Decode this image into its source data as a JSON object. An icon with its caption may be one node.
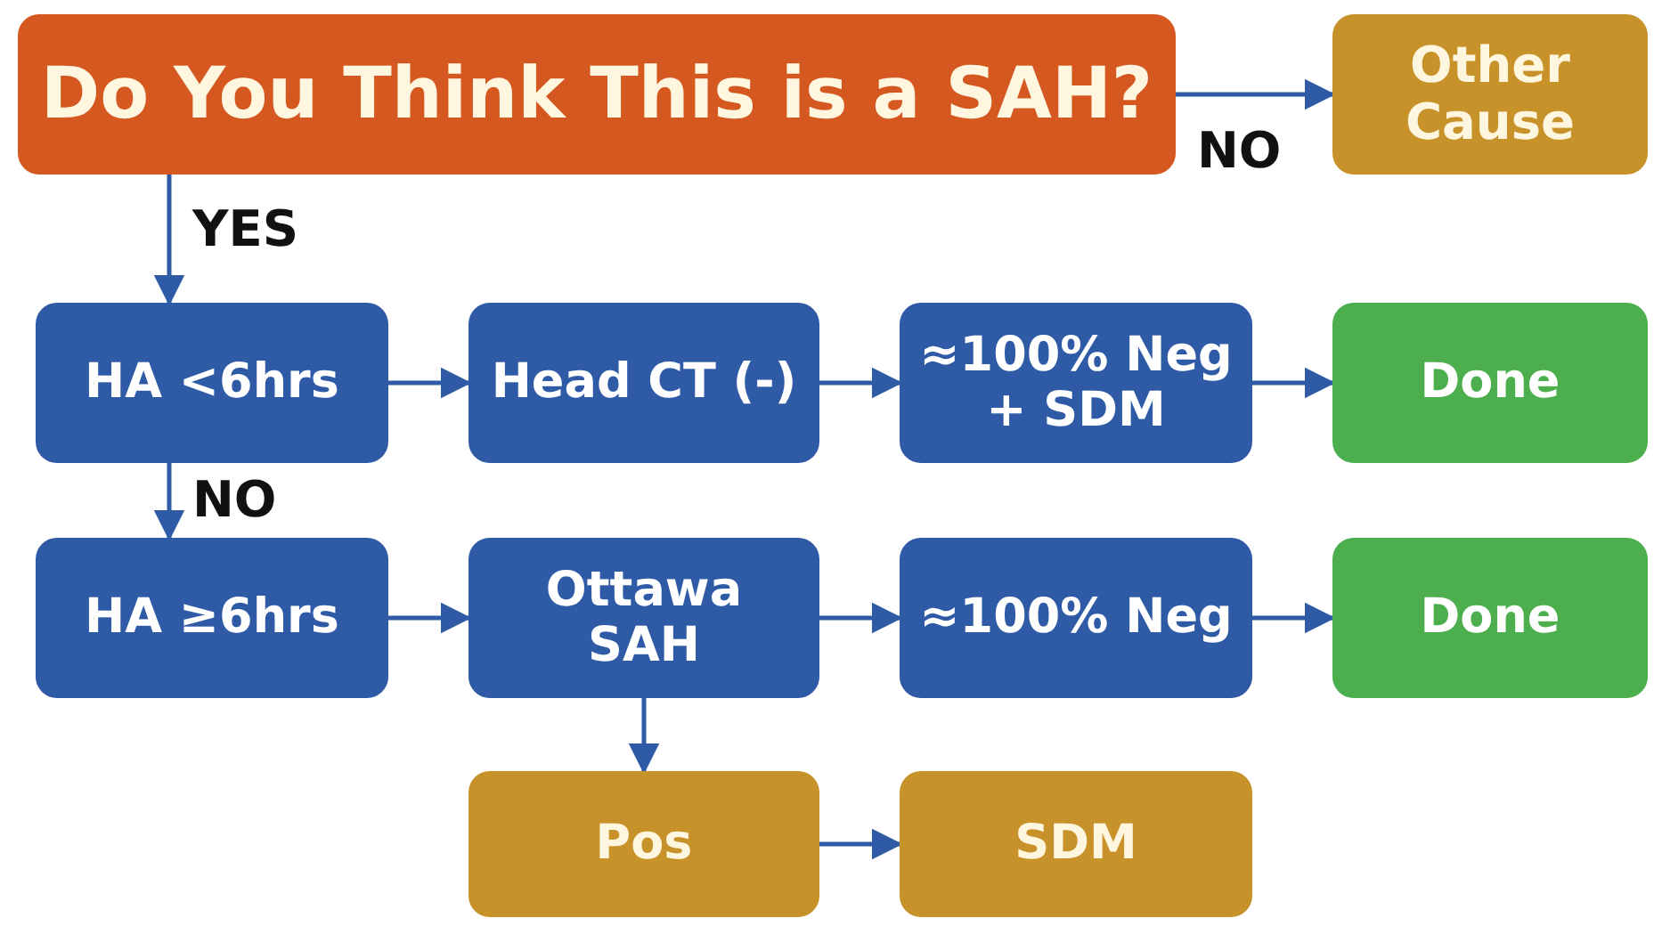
{
  "diagram": {
    "nodes": [
      {
        "text": [
          "Do You Think This is a SAH?"
        ]
      },
      {
        "text": [
          "Other Cause"
        ]
      },
      {
        "text": [
          "HA <6hrs"
        ]
      },
      {
        "text": [
          "Head CT (-)"
        ]
      },
      {
        "text": [
          "≈100% Neg + SDM"
        ]
      },
      {
        "text": [
          "Done"
        ]
      },
      {
        "text": [
          "HA ≥6hrs"
        ]
      },
      {
        "text": [
          "Ottawa SAH"
        ]
      },
      {
        "text": [
          "≈100% Neg"
        ]
      },
      {
        "text": [
          "Done"
        ]
      },
      {
        "text": [
          "Pos"
        ]
      },
      {
        "text": [
          "SDM"
        ]
      }
    ],
    "edges": [
      {
        "from": 0,
        "to": 1,
        "arrow": "to",
        "label": "NO"
      },
      {
        "from": 0,
        "to": 2,
        "arrow": "to",
        "label": "YES"
      },
      {
        "from": 2,
        "to": 3,
        "arrow": "to"
      },
      {
        "from": 3,
        "to": 4,
        "arrow": "to"
      },
      {
        "from": 4,
        "to": 5,
        "arrow": "to"
      },
      {
        "from": 2,
        "to": 6,
        "arrow": "to",
        "label": "NO"
      },
      {
        "from": 6,
        "to": 7,
        "arrow": "to"
      },
      {
        "from": 7,
        "to": 8,
        "arrow": "to"
      },
      {
        "from": 8,
        "to": 9,
        "arrow": "to"
      },
      {
        "from": 7,
        "to": 10,
        "arrow": "to"
      },
      {
        "from": 10,
        "to": 11,
        "arrow": "to"
      }
    ]
  }
}
